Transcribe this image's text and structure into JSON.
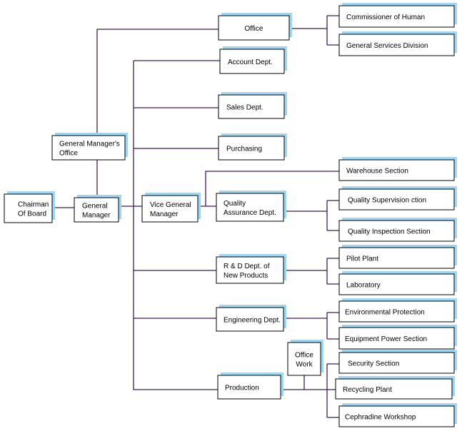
{
  "colors": {
    "line": "#3b1f4f",
    "shadow": "#9fd7f3",
    "box_border": "#000000",
    "box_fill": "#ffffff"
  },
  "nodes": {
    "chairman": [
      "Chairman",
      "Of  Board"
    ],
    "general_manager": [
      "General",
      "Manager"
    ],
    "gm_office": [
      "General Manager's",
      "Office"
    ],
    "vice_gm": [
      "Vice  General",
      "Manager"
    ],
    "office": [
      "Office"
    ],
    "commissioner": [
      "Commissioner of Human"
    ],
    "general_services": [
      "General Services Division"
    ],
    "account": [
      "Account Dept."
    ],
    "sales": [
      "Sales Dept."
    ],
    "purchasing": [
      "Purchasing"
    ],
    "warehouse": [
      "Warehouse Section"
    ],
    "quality_assurance": [
      "Quality",
      "Assurance Dept."
    ],
    "quality_supervision": [
      "Quality Supervision ction"
    ],
    "quality_inspection": [
      "Quality  Inspection  Section"
    ],
    "rd": [
      "R  &  D  Dept.  of",
      "New Products"
    ],
    "pilot_plant": [
      "Pilot Plant"
    ],
    "laboratory": [
      "Laboratory"
    ],
    "engineering": [
      "Engineering Dept."
    ],
    "environmental": [
      "Environmental Protection"
    ],
    "equipment_power": [
      "Equipment    Power Section"
    ],
    "production": [
      "Production"
    ],
    "office_work": [
      "Office",
      "Work"
    ],
    "security": [
      "Security Section"
    ],
    "recycling": [
      "Recycling Plant"
    ],
    "cephradine": [
      "Cephradine Workshop"
    ]
  }
}
